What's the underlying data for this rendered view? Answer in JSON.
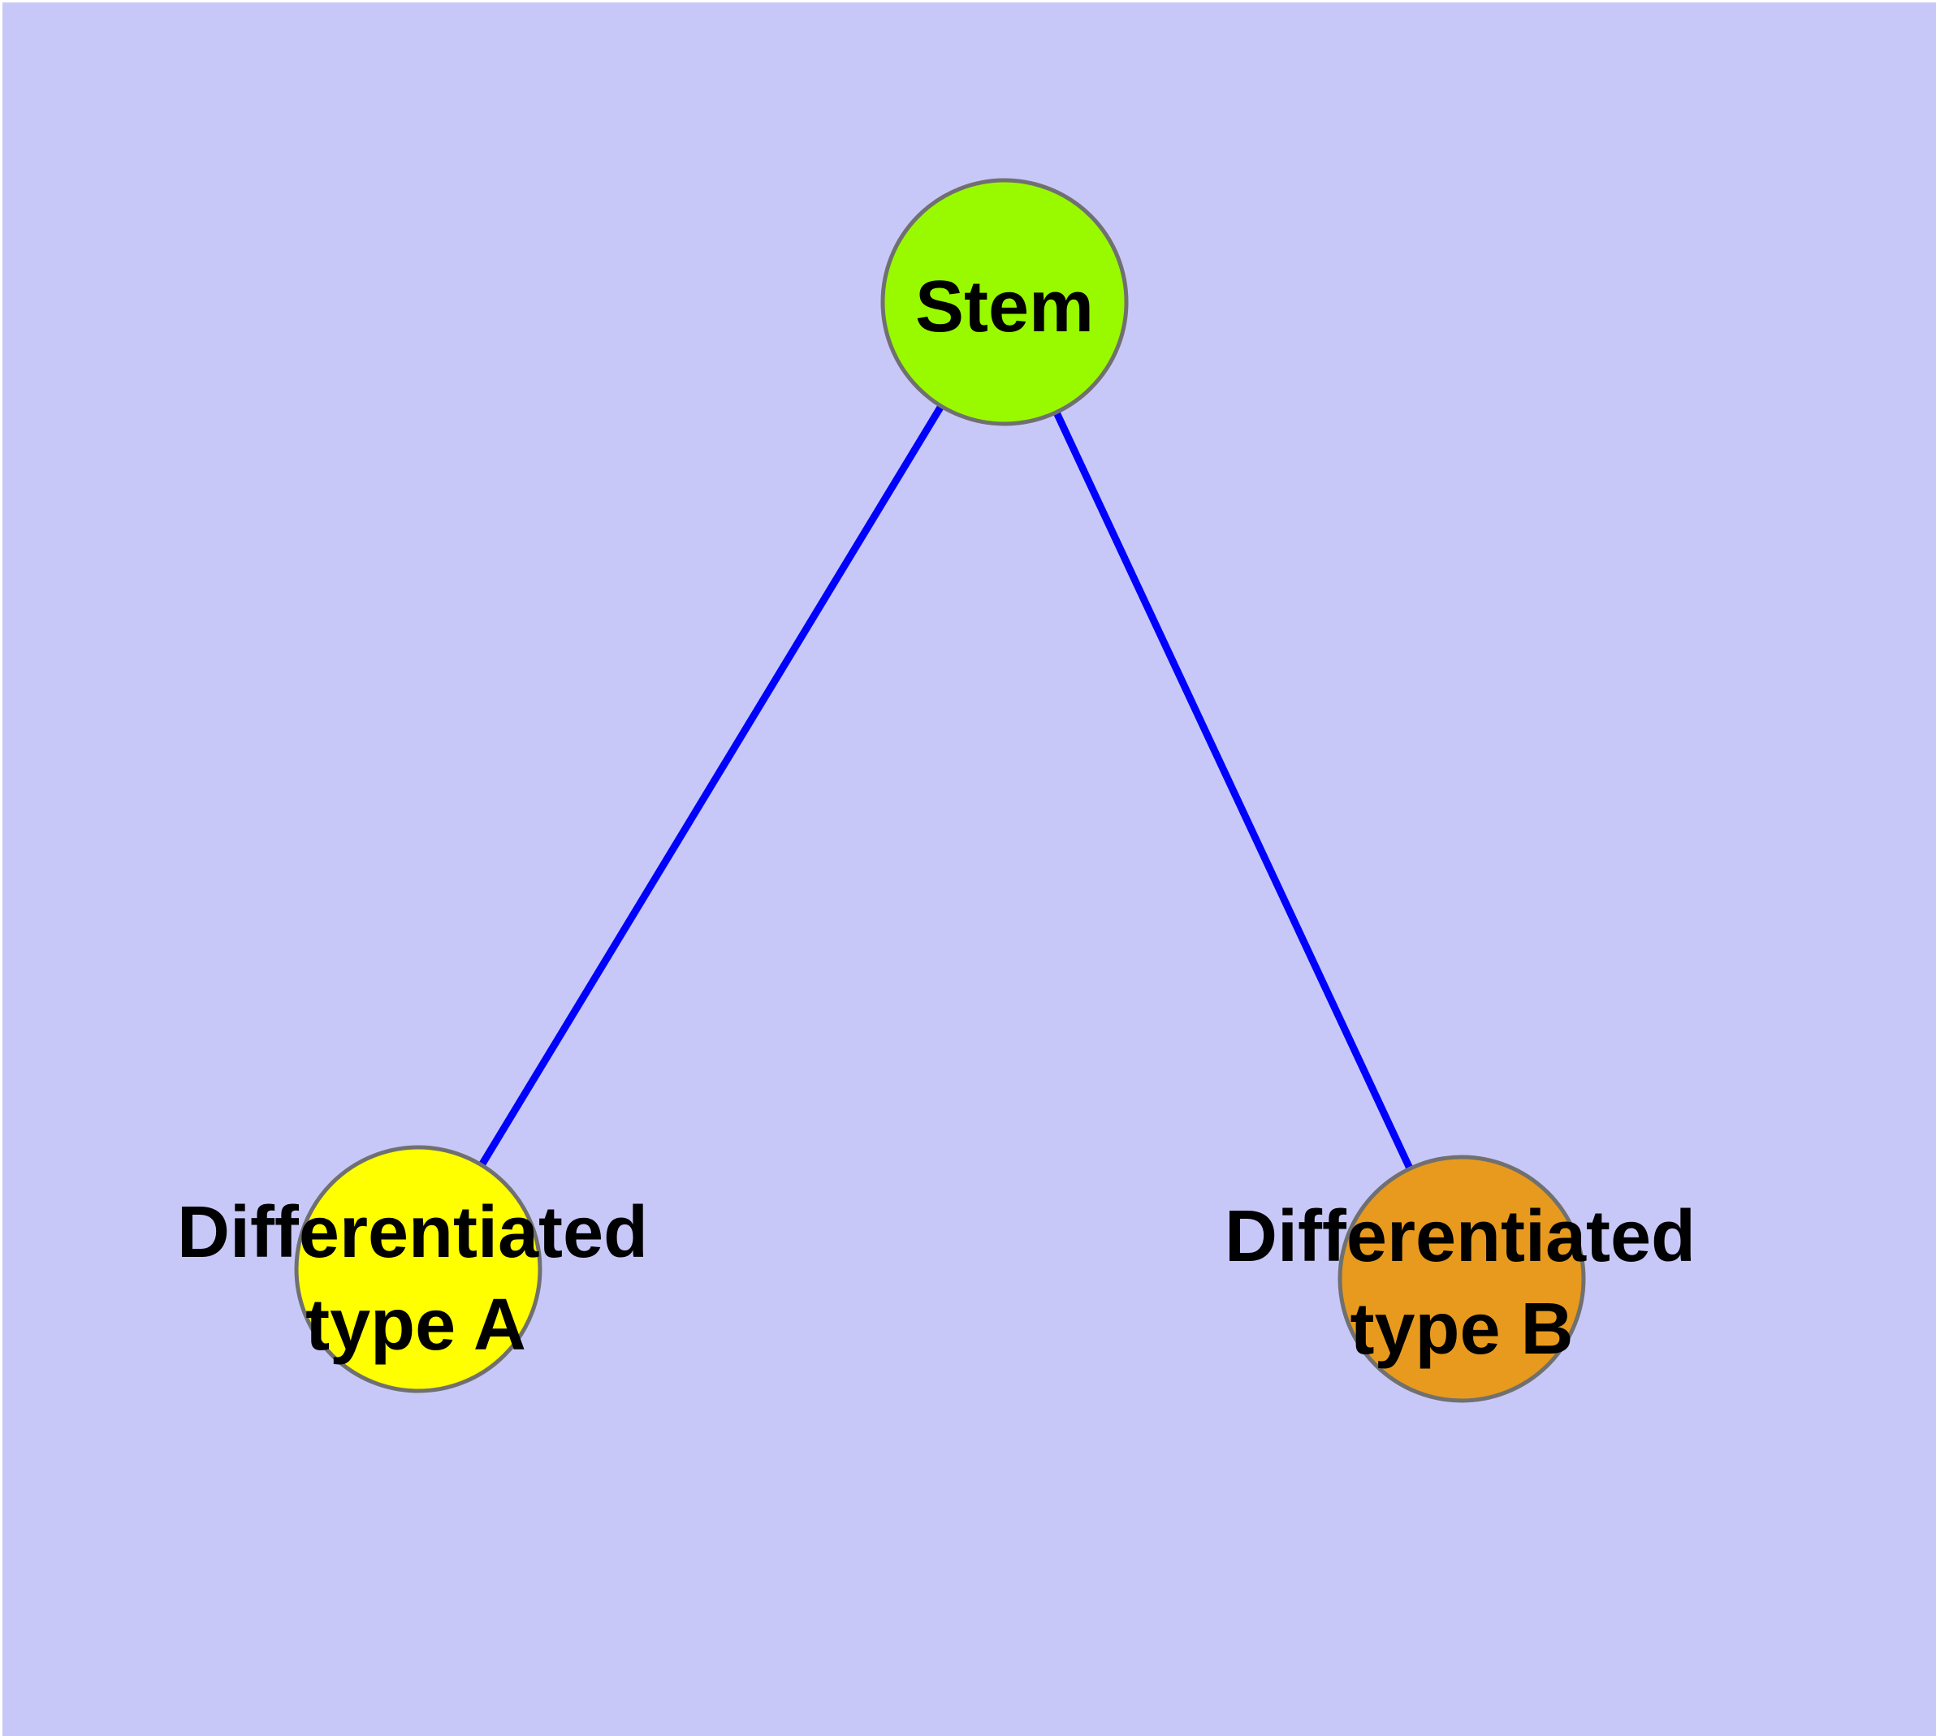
{
  "diagram": {
    "background_color": "#c8c8f8",
    "edge_color": "#0000ff",
    "node_stroke_color": "#707070",
    "label_color": "#000000",
    "nodes": {
      "stem": {
        "label": "Stem",
        "fill": "#99fa00"
      },
      "type_a": {
        "label_line1": "Differentiated",
        "label_line2": "type A",
        "fill": "#ffff00"
      },
      "type_b": {
        "label_line1": "Differentiated",
        "label_line2": "type B",
        "fill": "#e79a1d"
      }
    },
    "edges": [
      {
        "from": "stem",
        "to": "type_a"
      },
      {
        "from": "stem",
        "to": "type_b"
      }
    ]
  }
}
